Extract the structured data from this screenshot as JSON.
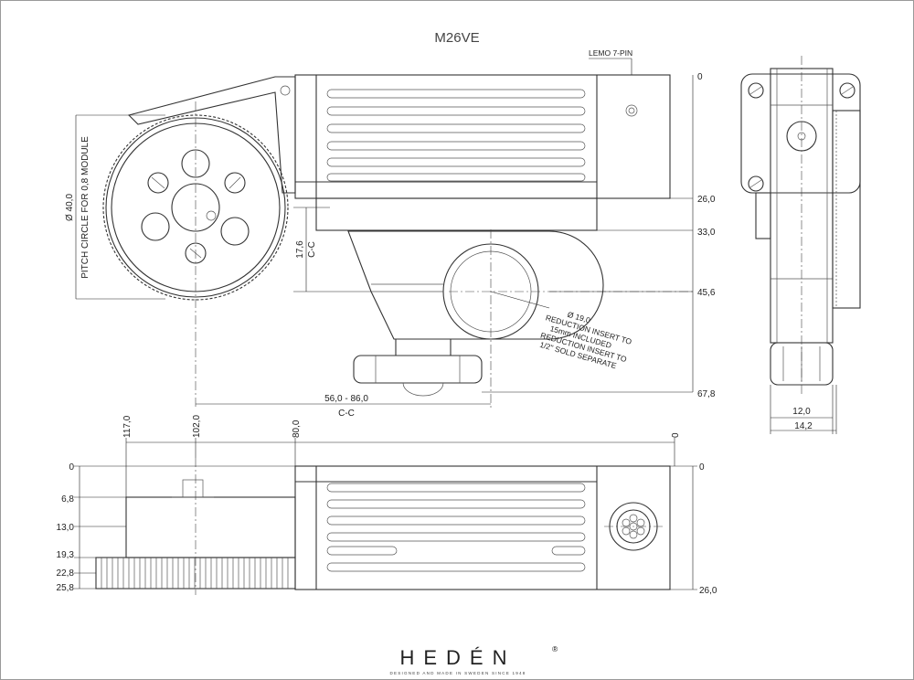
{
  "title": "M26VE",
  "callouts": {
    "lemo": "LEMO 7-PIN",
    "pitch_diameter": "Ø 40,0",
    "pitch_circle": "PITCH CIRCLE FOR 0,8 MODULE",
    "cc_vertical_value": "17,6",
    "cc_vertical_label": "C-C",
    "reduction_1": "Ø 19,0",
    "reduction_2": "REDUCTION INSERT TO",
    "reduction_3": "15mm INCLUDED",
    "reduction_4": "REDUCTION INSERT TO",
    "reduction_5": "1/2\" SOLD SEPARATE",
    "cc_horizontal_value": "56,0 - 86,0",
    "cc_horizontal_label": "C-C"
  },
  "front_view_dims": [
    "0",
    "26,0",
    "33,0",
    "45,6",
    "67,8"
  ],
  "side_view_dims": [
    "12,0",
    "14,2"
  ],
  "bottom_view_top_dims": [
    "117,0",
    "102,0",
    "80,0",
    "0"
  ],
  "bottom_view_left_dims": [
    "0",
    "6,8",
    "13,0",
    "19,3",
    "22,8",
    "25,8"
  ],
  "bottom_view_right_dims": [
    "0",
    "26,0"
  ],
  "brand": {
    "name": "HEDÉN",
    "registered": "®",
    "tagline": "DESIGNED AND MADE IN SWEDEN SINCE 1948"
  }
}
